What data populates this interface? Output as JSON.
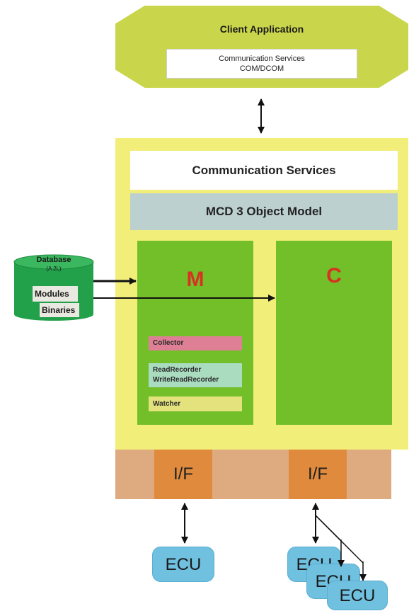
{
  "client": {
    "title": "Client Application",
    "services_line1": "Communication Services",
    "services_line2": "COM/DCOM"
  },
  "server": {
    "communication_services": "Communication Services",
    "object_model": "MCD 3 Object Model",
    "m_label": "M",
    "c_label": "C",
    "m_items": {
      "collector": "Collector",
      "read_recorder": "ReadRecorder",
      "write_read_recorder": "WriteReadRecorder",
      "watcher": "Watcher"
    }
  },
  "database": {
    "title": "Database",
    "subtitle": "(A 2L)",
    "modules": "Modules",
    "binaries": "Binaries"
  },
  "interfaces": {
    "left": "I/F",
    "right": "I/F"
  },
  "ecus": [
    "ECU",
    "ECU",
    "ECU",
    "ECU"
  ],
  "colors": {
    "client_fill": "#c9d54a",
    "server_fill": "#f1ee7a",
    "object_model_fill": "#bcd0cf",
    "panel_fill": "#72bf2a",
    "letter_red": "#d73221",
    "interface_strip": "#deaa7f",
    "interface_box": "#e08a3e",
    "ecu_fill": "#70c0e0",
    "database_fill": "#22a04a"
  }
}
